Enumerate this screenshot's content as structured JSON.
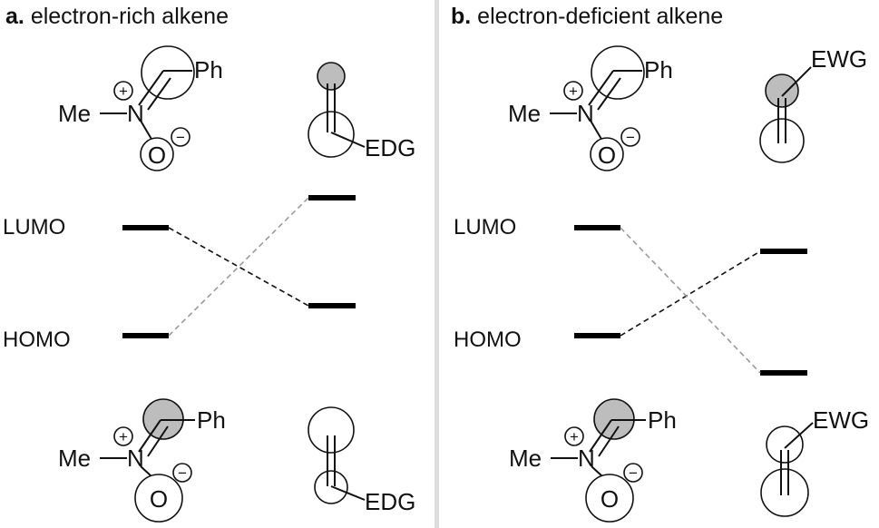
{
  "panel_a": {
    "letter": "a.",
    "title": "electron-rich alkene",
    "lumo_label": "LUMO",
    "homo_label": "HOMO",
    "top_nitrone": {
      "me": "Me",
      "n": "N",
      "o": "O",
      "ph": "Ph",
      "plus": "+",
      "minus": "−"
    },
    "top_alkene": {
      "substituent": "EDG"
    },
    "bottom_nitrone": {
      "me": "Me",
      "n": "N",
      "o": "O",
      "ph": "Ph",
      "plus": "+",
      "minus": "−"
    },
    "bottom_alkene": {
      "substituent": "EDG"
    }
  },
  "panel_b": {
    "letter": "b.",
    "title": "electron-deficient alkene",
    "lumo_label": "LUMO",
    "homo_label": "HOMO",
    "top_nitrone": {
      "me": "Me",
      "n": "N",
      "o": "O",
      "ph": "Ph",
      "plus": "+",
      "minus": "−"
    },
    "top_alkene": {
      "substituent": "EWG"
    },
    "bottom_nitrone": {
      "me": "Me",
      "n": "N",
      "o": "O",
      "ph": "Ph",
      "plus": "+",
      "minus": "−"
    },
    "bottom_alkene": {
      "substituent": "EWG"
    }
  },
  "colors": {
    "filled_lobe": "#bdbdbd",
    "interaction_dark": "#111111",
    "interaction_light": "#9a9a9a",
    "divider": "#dddddd"
  }
}
